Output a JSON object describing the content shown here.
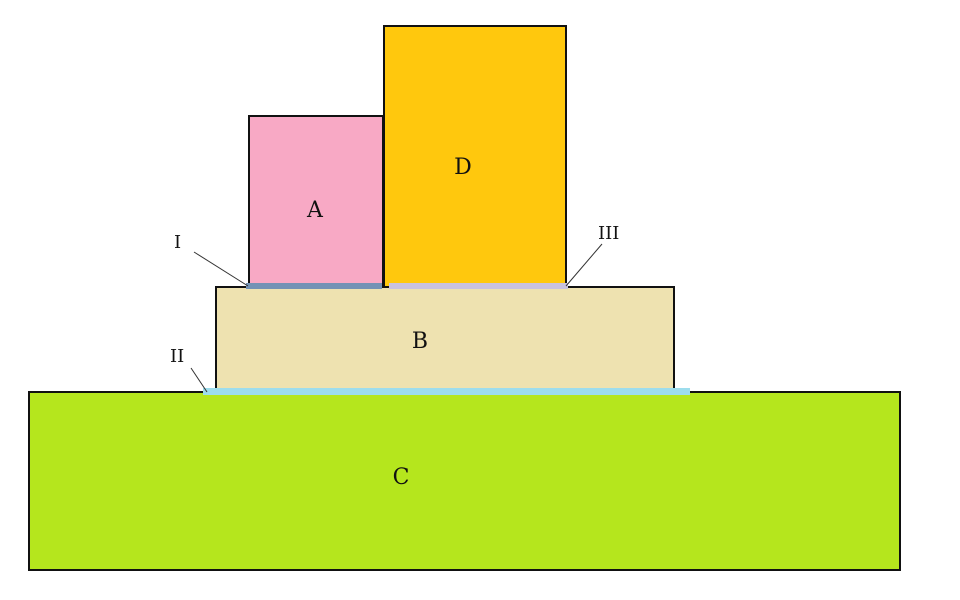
{
  "blocks": {
    "a": {
      "label": "A",
      "color": "#F8A9C5"
    },
    "b": {
      "label": "B",
      "color": "#EEE2B0"
    },
    "c": {
      "label": "C",
      "color": "#B5E61D"
    },
    "d": {
      "label": "D",
      "color": "#FFC80D"
    }
  },
  "interfaces": {
    "i": {
      "label": "I",
      "color": "#7392B5"
    },
    "ii": {
      "label": "II",
      "color": "#9DDDED"
    },
    "iii": {
      "label": "III",
      "color": "#C9C2DE"
    }
  }
}
